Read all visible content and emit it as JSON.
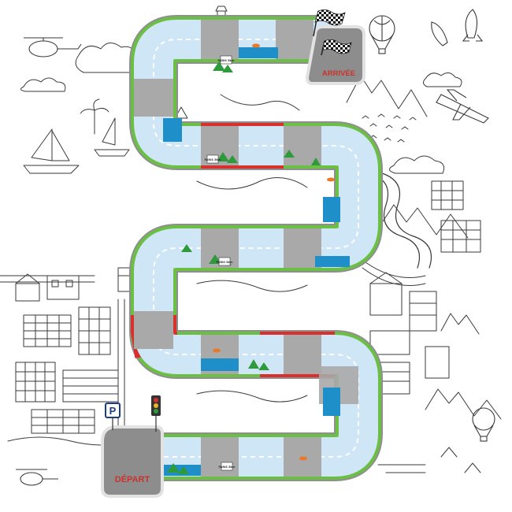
{
  "board": {
    "start_label": "DÉPART",
    "finish_label": "ARRIVÉE",
    "parking_sign": "P",
    "road_sign_text": "PARIS 5km"
  },
  "colors": {
    "track_grey": "#a9a9a9",
    "lane_white": "#ffffff",
    "sky_blue": "#cfe6f6",
    "water_blue": "#1e8fc9",
    "border_green": "#6cbf45",
    "border_red": "#d8302c",
    "label_red": "#c8342d",
    "tree_green": "#2e9a3c",
    "line_art": "#3a3a3a"
  },
  "icons": [
    "checkered-flag-icon",
    "parking-sign-icon",
    "traffic-light-icon",
    "hot-air-balloon-icon",
    "rocket-icon",
    "airplane-icon",
    "helicopter-icon",
    "sailboat-icon"
  ]
}
